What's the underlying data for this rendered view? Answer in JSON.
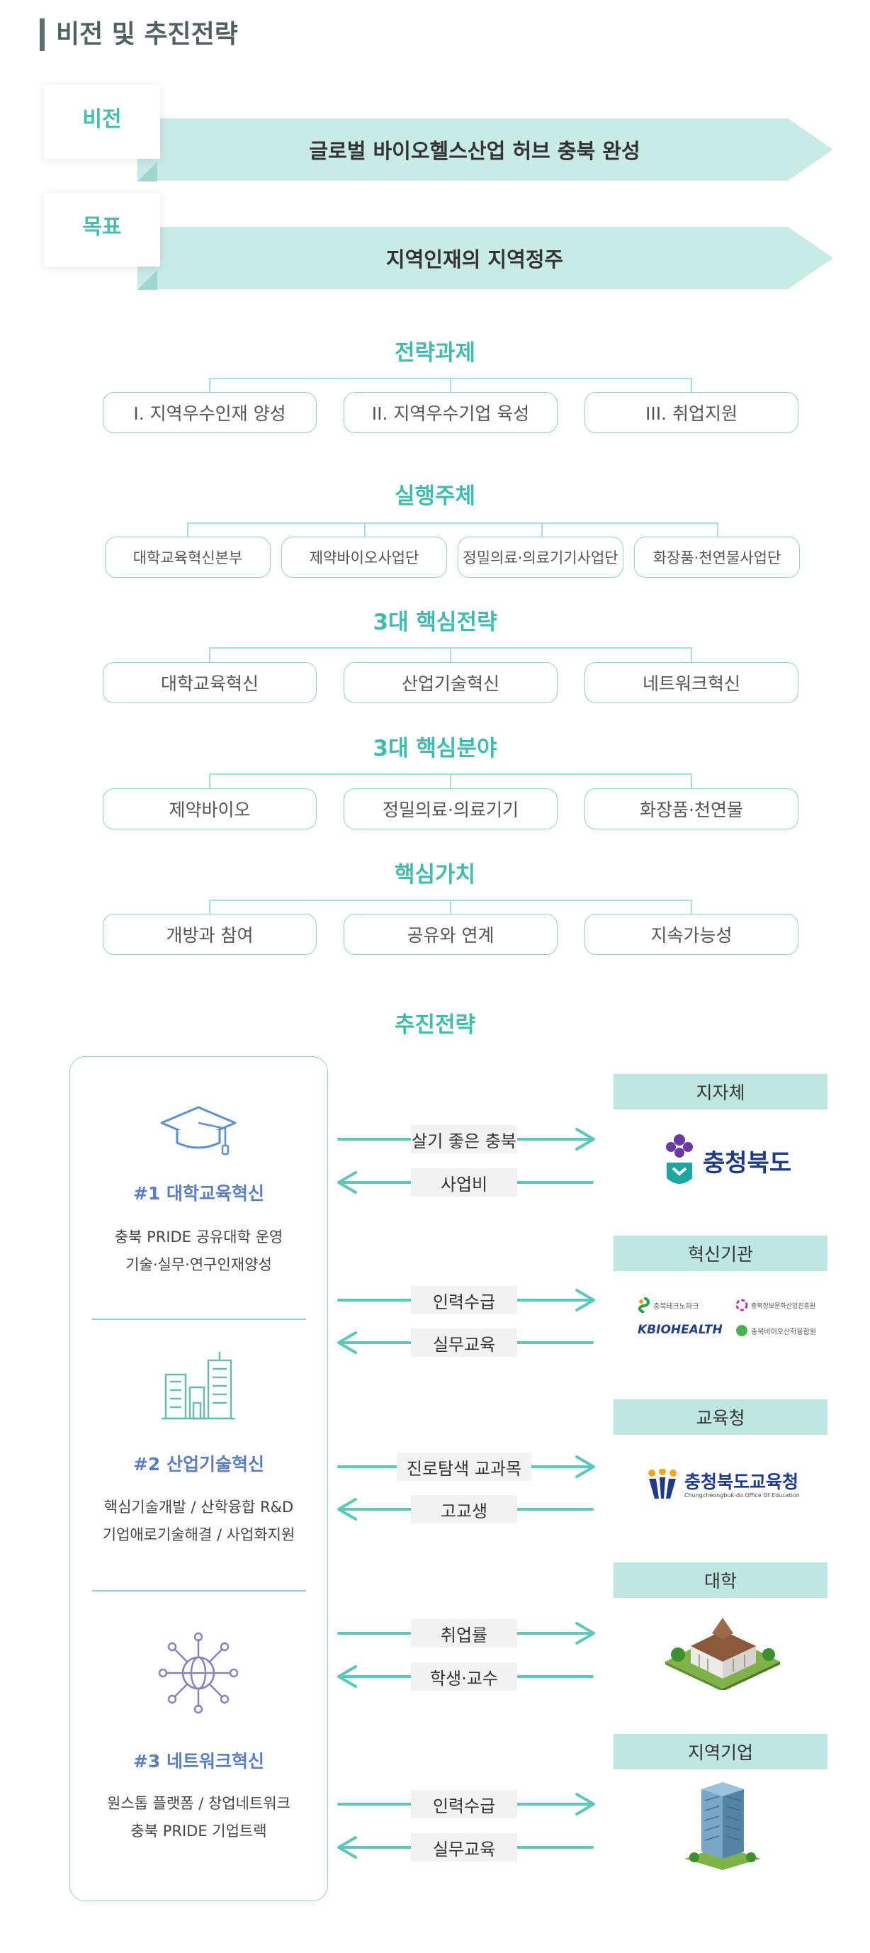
{
  "page": {
    "title": "비전 및 추진전략"
  },
  "vision": {
    "label": "비전",
    "text": "글로벌 바이오헬스산업 허브 충북 완성"
  },
  "goal": {
    "label": "목표",
    "text": "지역인재의 지역정주"
  },
  "sections": {
    "strategic_tasks": {
      "title": "전략과제",
      "items": [
        "I. 지역우수인재 양성",
        "II. 지역우수기업 육성",
        "III. 취업지원"
      ]
    },
    "executors": {
      "title": "실행주체",
      "items": [
        "대학교육혁신본부",
        "제약바이오사업단",
        "정밀의료·의료기기사업단",
        "화장품·천연물사업단"
      ]
    },
    "core_strategies": {
      "title": "3대 핵심전략",
      "items": [
        "대학교육혁신",
        "산업기술혁신",
        "네트워크혁신"
      ]
    },
    "core_fields": {
      "title": "3대 핵심분야",
      "items": [
        "제약바이오",
        "정밀의료·의료기기",
        "화장품·천연물"
      ]
    },
    "core_values": {
      "title": "핵심가치",
      "items": [
        "개방과 참여",
        "공유와 연계",
        "지속가능성"
      ]
    }
  },
  "promotion": {
    "title": "추진전략",
    "strategies": [
      {
        "title": "#1 대학교육혁신",
        "icon": "graduation-cap-icon",
        "lines": [
          "충북 PRIDE 공유대학 운영",
          "기술·실무·연구인재양성"
        ]
      },
      {
        "title": "#2 산업기술혁신",
        "icon": "buildings-icon",
        "lines": [
          "핵심기술개발 / 산학융합 R&D",
          "기업애로기술해결 / 사업화지원"
        ]
      },
      {
        "title": "#3 네트워크혁신",
        "icon": "network-globe-icon",
        "lines": [
          "원스톱 플랫폼 / 창업네트워크",
          "충북 PRIDE 기업트랙"
        ]
      }
    ],
    "partners": [
      {
        "name": "지자체",
        "to": "살기 좋은 충북",
        "from": "사업비",
        "logo_text": "충청북도"
      },
      {
        "name": "혁신기관",
        "to": "인력수급",
        "from": "실무교육",
        "logos": [
          "충북테크노파크",
          "충북정보문화산업진흥원",
          "KBIOHEALTH",
          "충북바이오산학융합원"
        ]
      },
      {
        "name": "교육청",
        "to": "진로탐색 교과목",
        "from": "고교생",
        "logo_text": "충청북도교육청",
        "logo_sub": "Chungcheongbuk-do Office Of Education"
      },
      {
        "name": "대학",
        "to": "취업률",
        "from": "학생·교수",
        "illustration": "university-building-icon"
      },
      {
        "name": "지역기업",
        "to": "인력수급",
        "from": "실무교육",
        "illustration": "office-tower-icon"
      }
    ]
  },
  "colors": {
    "accent": "#3fbcae",
    "arrow_fill": "#c8ebe6",
    "header_fill": "#bfe7e2",
    "strategy_title": "#5a7fc0",
    "line": "#5cc8bb"
  }
}
